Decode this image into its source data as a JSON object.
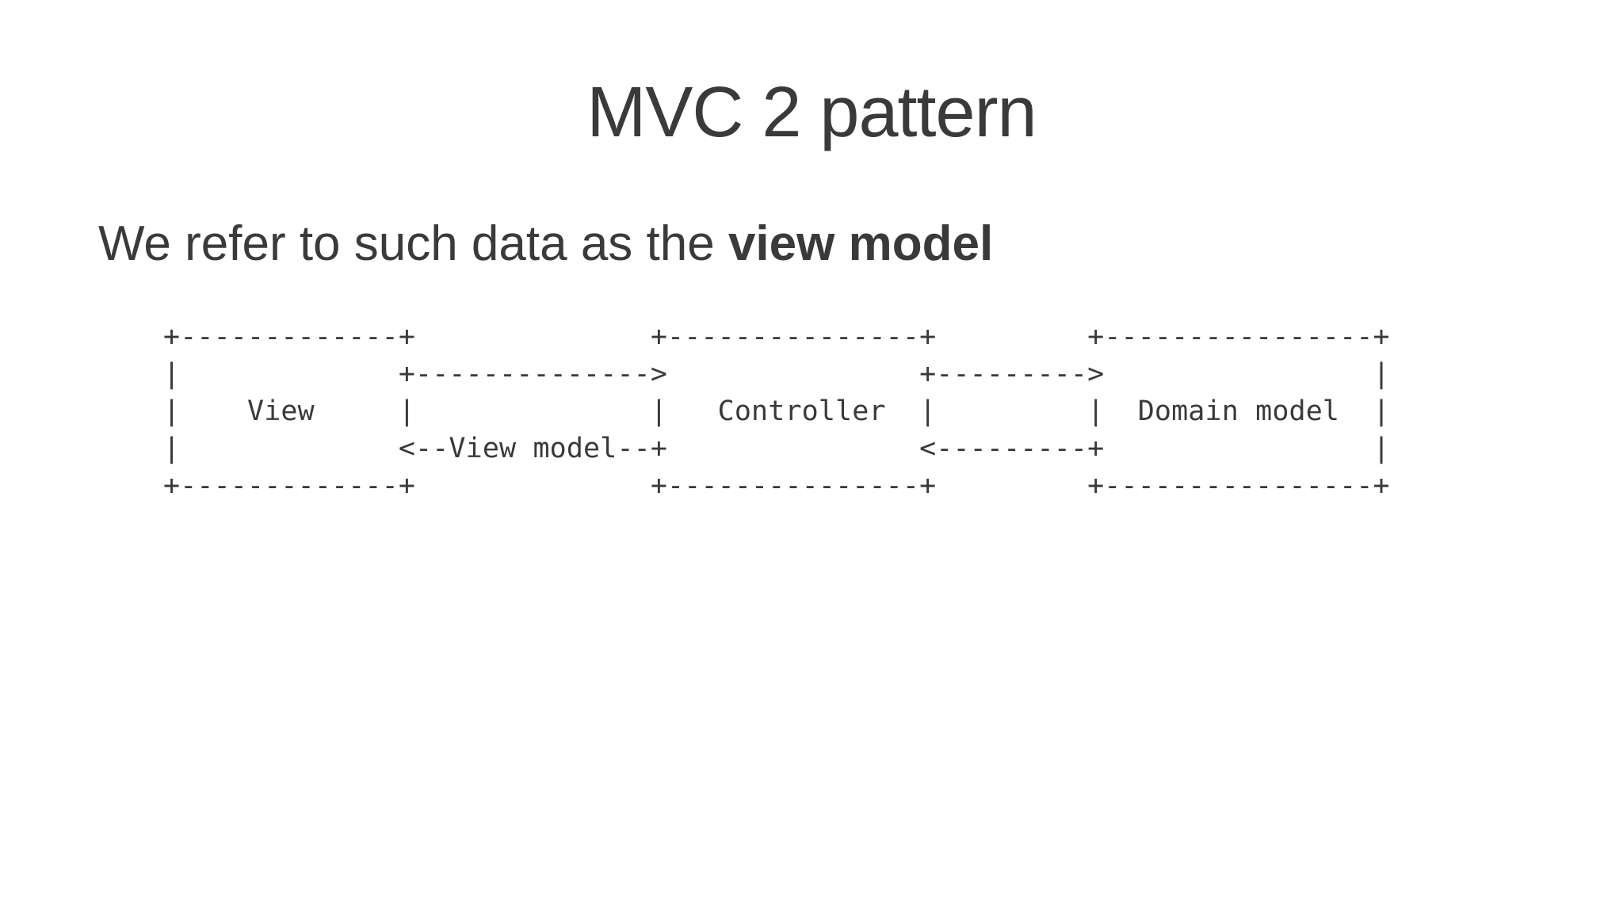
{
  "slide": {
    "title": "MVC 2 pattern",
    "body_text": "We refer to such data as the ",
    "body_bold": "view model",
    "colors": {
      "background": "#ffffff",
      "text": "#3a3a3a"
    },
    "diagram": {
      "type": "ascii",
      "boxes": [
        "View",
        "Controller",
        "Domain model"
      ],
      "arrows": [
        {
          "from": "View",
          "to": "Controller",
          "label": ""
        },
        {
          "from": "Controller",
          "to": "View",
          "label": "View model"
        },
        {
          "from": "Controller",
          "to": "Domain model",
          "label": ""
        },
        {
          "from": "Domain model",
          "to": "Controller",
          "label": ""
        }
      ],
      "ascii_lines": [
        "+-------------+              +---------------+         +----------------+",
        "|             +-------------->               +--------->                |",
        "|    View     |              |   Controller  |         |  Domain model  |",
        "|             <--View model--+               <---------+                |",
        "+-------------+              +---------------+         +----------------+"
      ]
    }
  }
}
